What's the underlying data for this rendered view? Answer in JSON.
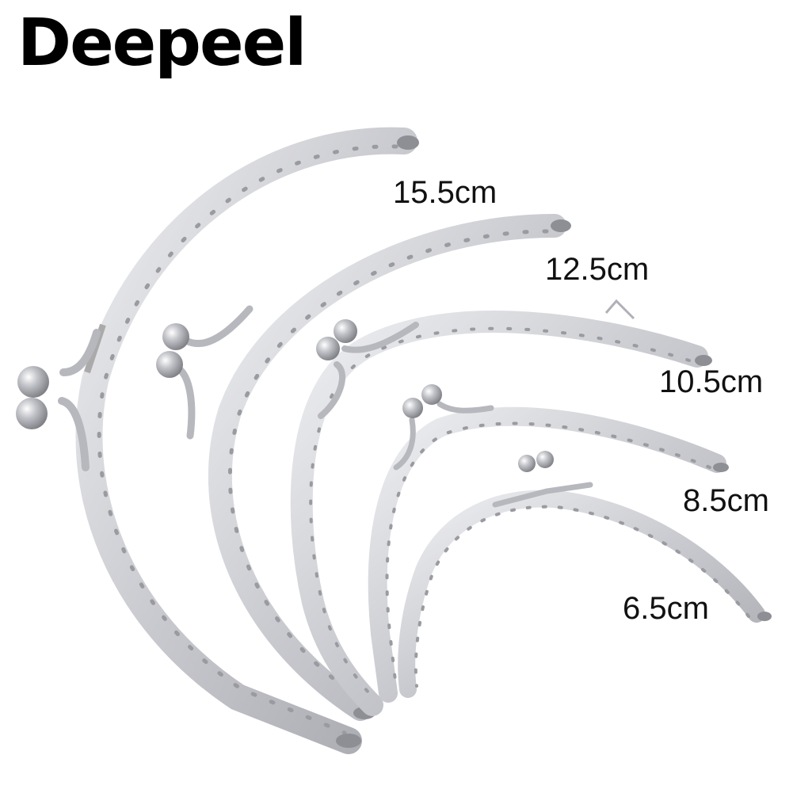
{
  "brand": {
    "name": "Deepeel"
  },
  "product": {
    "description": "Silver metal purse frames with kiss-clasp ball closures, shown in five sizes",
    "color": "#c8c9cd",
    "sizes": [
      {
        "label": "15.5cm"
      },
      {
        "label": "12.5cm"
      },
      {
        "label": "10.5cm"
      },
      {
        "label": "8.5cm"
      },
      {
        "label": "6.5cm"
      }
    ]
  }
}
